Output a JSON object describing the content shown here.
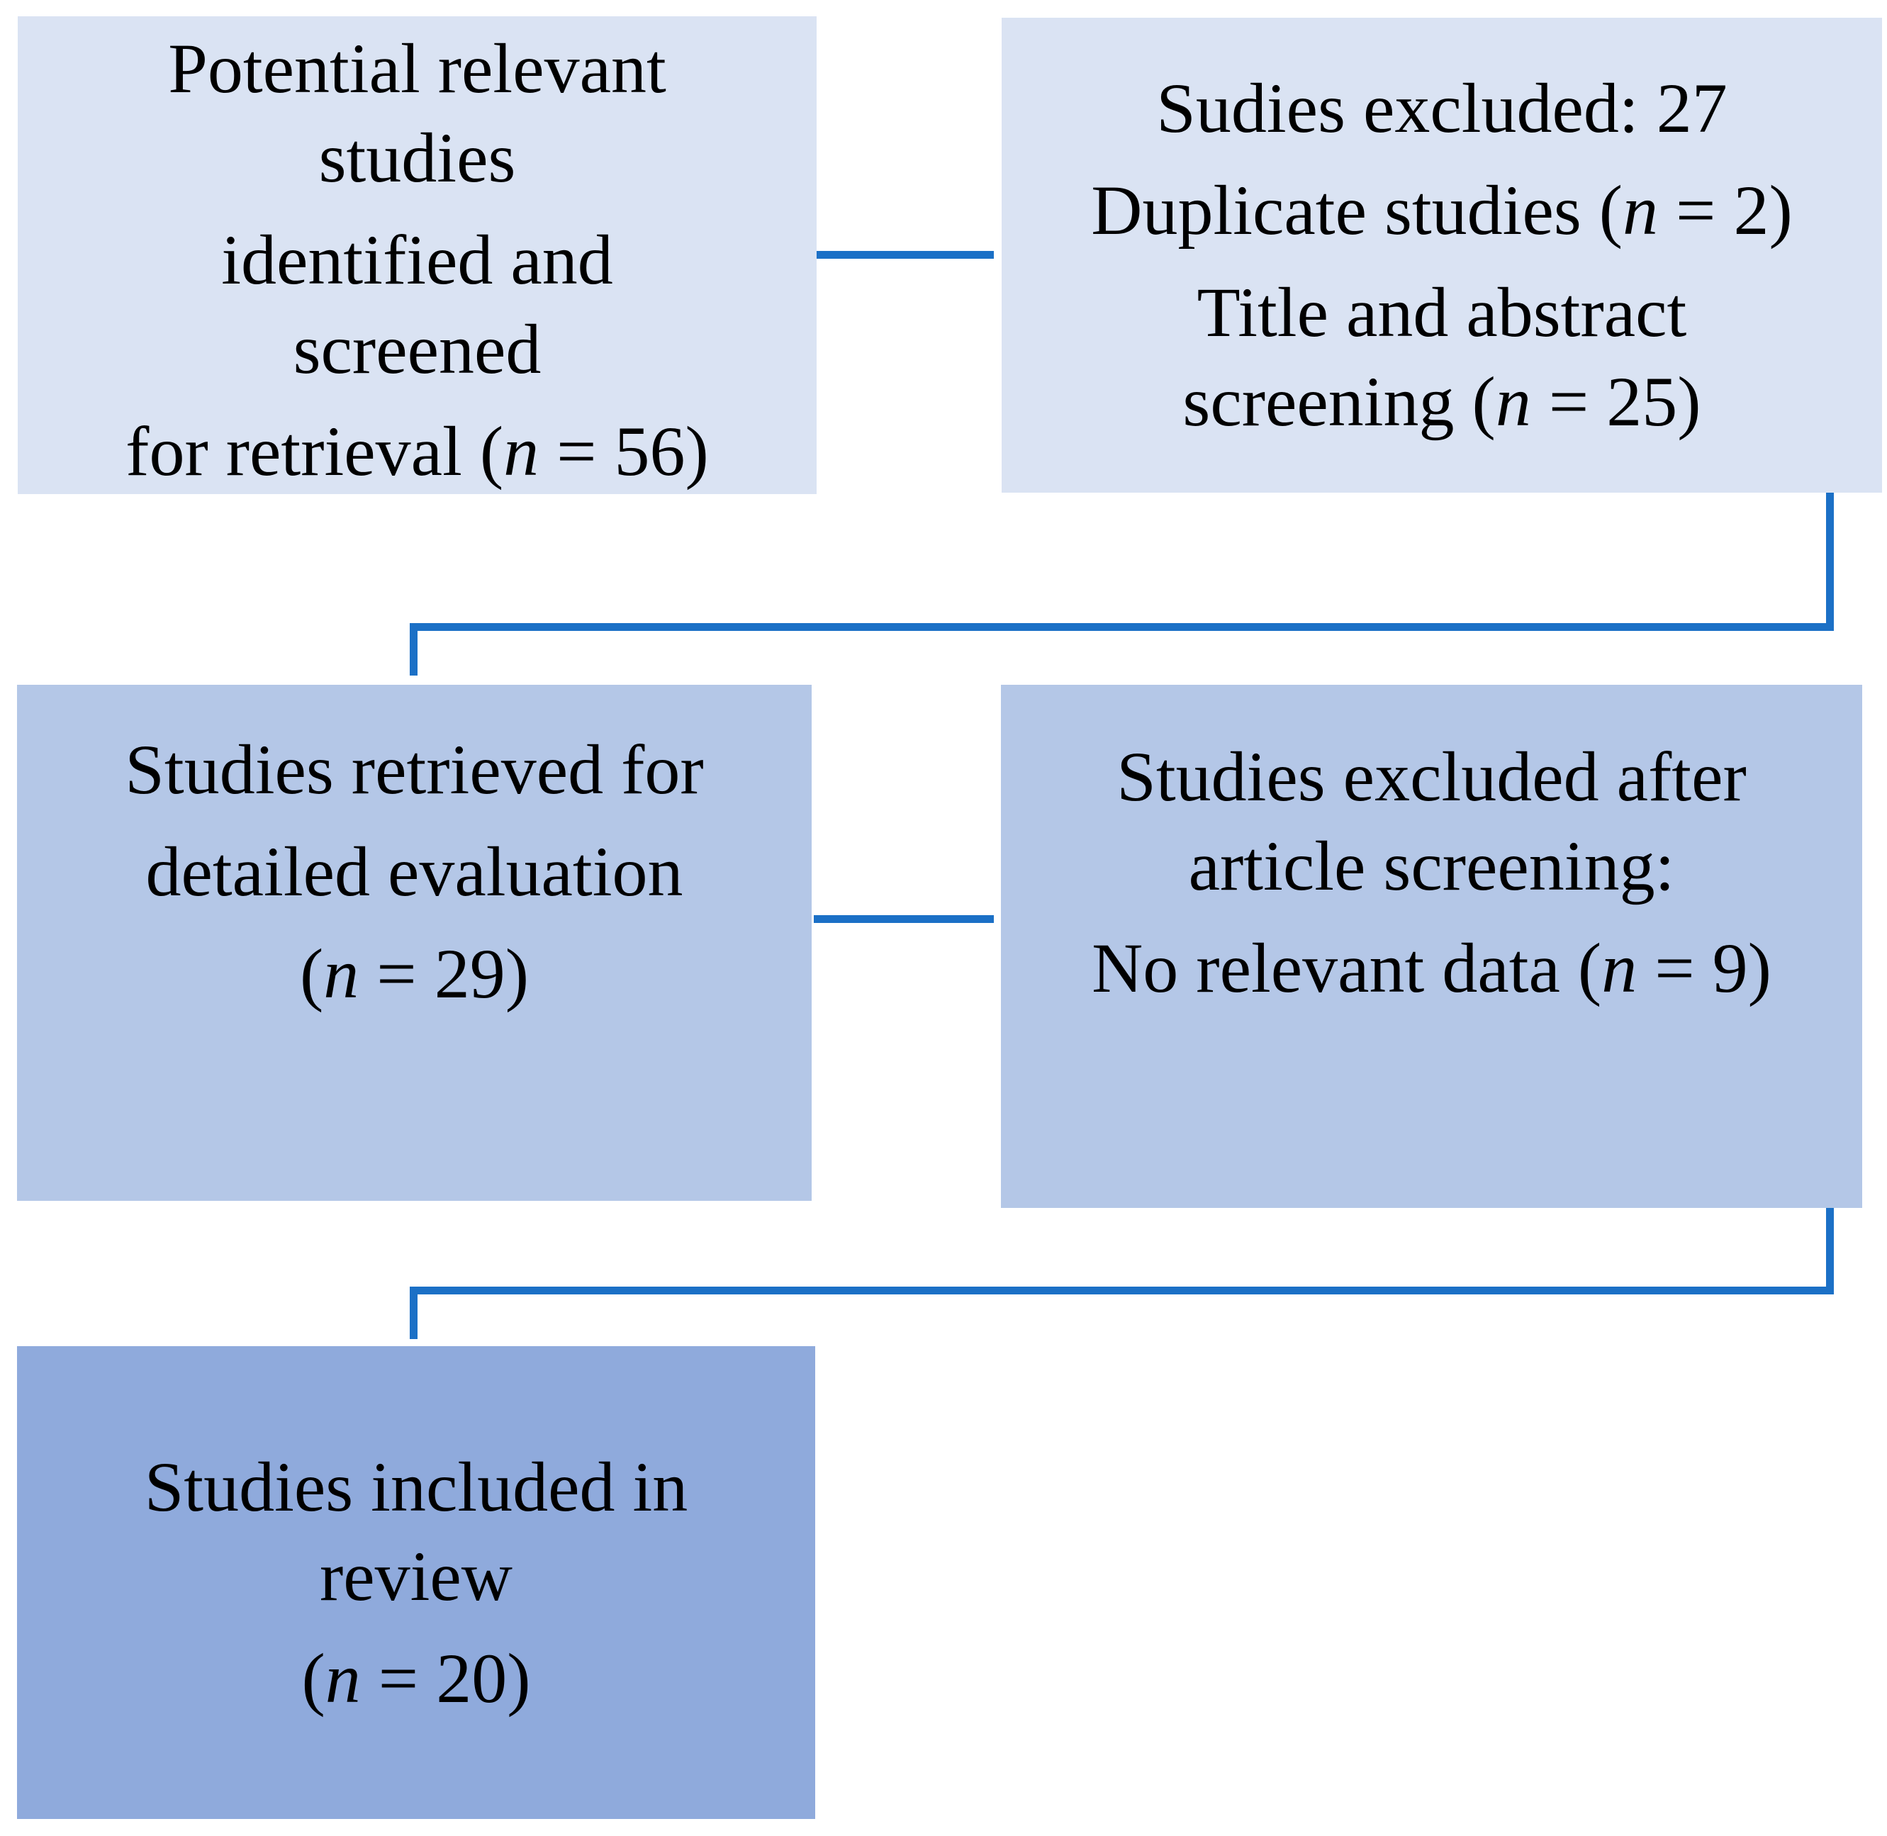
{
  "figure": {
    "kind": "study-selection-flow-diagram"
  },
  "colors": {
    "background": "#FFFFFF",
    "box_light": "#DAE3F3",
    "box_medium": "#B4C7E7",
    "box_dark": "#8FAADC",
    "connector": "#1B70C6",
    "text": "#000000"
  },
  "boxes": [
    {
      "id": "potential-studies",
      "tone": "light",
      "paragraphs": [
        [
          "Potential relevant",
          "studies"
        ],
        [
          "identified and",
          "screened"
        ],
        [
          "for retrieval (*n* = 56)"
        ]
      ]
    },
    {
      "id": "studies-excluded-screening",
      "tone": "light",
      "paragraphs": [
        [
          "Sudies excluded: 27"
        ],
        [
          "Duplicate studies (*n* = 2)"
        ],
        [
          "Title and abstract",
          "screening (*n* = 25)"
        ]
      ]
    },
    {
      "id": "studies-retrieved",
      "tone": "medium",
      "paragraphs": [
        [
          "Studies retrieved for"
        ],
        [
          "detailed evaluation"
        ],
        [
          "(*n* = 29)"
        ]
      ]
    },
    {
      "id": "studies-excluded-article",
      "tone": "medium",
      "paragraphs": [
        [
          "Studies excluded after",
          "article screening:"
        ],
        [
          "No relevant data (*n* = 9)"
        ]
      ]
    },
    {
      "id": "studies-included",
      "tone": "dark",
      "paragraphs": [
        [
          "Studies included in",
          "review"
        ],
        [
          "(*n* = 20)"
        ]
      ]
    }
  ],
  "connectors": [
    {
      "id": "top-left-to-top-right",
      "type": "horizontal"
    },
    {
      "id": "top-right-to-middle-left",
      "type": "elbow"
    },
    {
      "id": "middle-left-to-middle-right",
      "type": "horizontal"
    },
    {
      "id": "middle-right-to-bottom",
      "type": "elbow"
    }
  ]
}
